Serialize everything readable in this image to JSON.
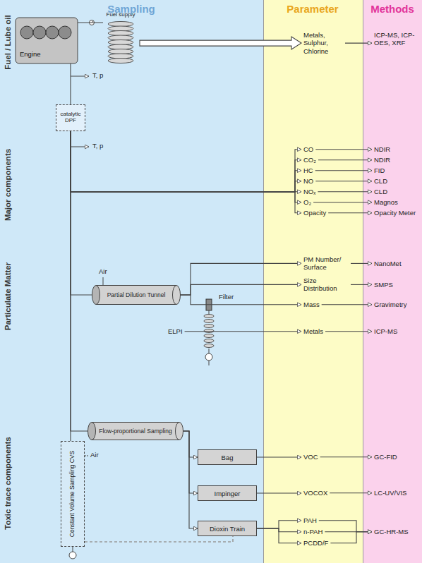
{
  "diagram": {
    "nodes": [
      {
        "text": [
          "Engine"
        ]
      },
      {
        "text": [
          "Fuel supply"
        ]
      },
      {
        "text": [
          "catalytic DPF"
        ]
      },
      {
        "text": [
          "Partial Dilution Tunnel"
        ]
      },
      {
        "text": [
          "ELPI"
        ]
      },
      {
        "text": [
          "Flow-proportional Sampling"
        ]
      },
      {
        "text": [
          "Constant Volume Sampling CVS"
        ]
      },
      {
        "text": [
          "Bag"
        ]
      },
      {
        "text": [
          "Impinger"
        ]
      },
      {
        "text": [
          "Dioxin Train"
        ]
      },
      {
        "text": [
          "Metals, Sulphur, Chlorine"
        ]
      },
      {
        "text": [
          "CO"
        ]
      },
      {
        "text": [
          "CO₂"
        ]
      },
      {
        "text": [
          "HC"
        ]
      },
      {
        "text": [
          "NO"
        ]
      },
      {
        "text": [
          "NOₓ"
        ]
      },
      {
        "text": [
          "O₂"
        ]
      },
      {
        "text": [
          "Opacity"
        ]
      },
      {
        "text": [
          "PM Number/ Surface"
        ]
      },
      {
        "text": [
          "Size Distribution"
        ]
      },
      {
        "text": [
          "Mass"
        ]
      },
      {
        "text": [
          "Metals"
        ]
      },
      {
        "text": [
          "VOC"
        ]
      },
      {
        "text": [
          "VOCOX"
        ]
      },
      {
        "text": [
          "PAH"
        ]
      },
      {
        "text": [
          "n-PAH"
        ]
      },
      {
        "text": [
          "PCDD/F"
        ]
      },
      {
        "text": [
          "ICP-MS, ICP-OES, XRF"
        ]
      },
      {
        "text": [
          "NDIR"
        ]
      },
      {
        "text": [
          "NDIR"
        ]
      },
      {
        "text": [
          "FID"
        ]
      },
      {
        "text": [
          "CLD"
        ]
      },
      {
        "text": [
          "CLD"
        ]
      },
      {
        "text": [
          "Magnos"
        ]
      },
      {
        "text": [
          "Opacity Meter"
        ]
      },
      {
        "text": [
          "NanoMet"
        ]
      },
      {
        "text": [
          "SMPS"
        ]
      },
      {
        "text": [
          "Gravimetry"
        ]
      },
      {
        "text": [
          "ICP-MS"
        ]
      },
      {
        "text": [
          "GC-FID"
        ]
      },
      {
        "text": [
          "LC-UV/VIS"
        ]
      },
      {
        "text": [
          "GC-HR-MS"
        ]
      }
    ],
    "edges": [
      {
        "from": 0,
        "to": 1,
        "arrow": "none"
      },
      {
        "from": 1,
        "to": 10,
        "arrow": "to"
      },
      {
        "from": 0,
        "to": 2,
        "arrow": "none"
      },
      {
        "from": 2,
        "to": 11,
        "arrow": "to"
      },
      {
        "from": 2,
        "to": 12,
        "arrow": "to"
      },
      {
        "from": 2,
        "to": 13,
        "arrow": "to"
      },
      {
        "from": 2,
        "to": 14,
        "arrow": "to"
      },
      {
        "from": 2,
        "to": 15,
        "arrow": "to"
      },
      {
        "from": 2,
        "to": 16,
        "arrow": "to"
      },
      {
        "from": 2,
        "to": 17,
        "arrow": "to"
      },
      {
        "from": 2,
        "to": 3,
        "arrow": "none"
      },
      {
        "from": 3,
        "to": 18,
        "arrow": "to"
      },
      {
        "from": 3,
        "to": 19,
        "arrow": "to"
      },
      {
        "from": 3,
        "to": 20,
        "arrow": "to"
      },
      {
        "from": 4,
        "to": 21,
        "arrow": "to"
      },
      {
        "from": 2,
        "to": 5,
        "arrow": "none"
      },
      {
        "from": 2,
        "to": 6,
        "arrow": "none"
      },
      {
        "from": 5,
        "to": 7,
        "arrow": "to"
      },
      {
        "from": 5,
        "to": 8,
        "arrow": "to"
      },
      {
        "from": 5,
        "to": 9,
        "arrow": "to"
      },
      {
        "from": 6,
        "to": 9,
        "arrow": "none"
      },
      {
        "from": 7,
        "to": 22,
        "arrow": "to"
      },
      {
        "from": 8,
        "to": 23,
        "arrow": "to"
      },
      {
        "from": 9,
        "to": 24,
        "arrow": "to"
      },
      {
        "from": 9,
        "to": 25,
        "arrow": "to"
      },
      {
        "from": 9,
        "to": 26,
        "arrow": "to"
      },
      {
        "from": 10,
        "to": 27,
        "arrow": "to"
      },
      {
        "from": 11,
        "to": 28,
        "arrow": "to"
      },
      {
        "from": 12,
        "to": 29,
        "arrow": "to"
      },
      {
        "from": 13,
        "to": 30,
        "arrow": "to"
      },
      {
        "from": 14,
        "to": 31,
        "arrow": "to"
      },
      {
        "from": 15,
        "to": 32,
        "arrow": "to"
      },
      {
        "from": 16,
        "to": 33,
        "arrow": "to"
      },
      {
        "from": 17,
        "to": 34,
        "arrow": "to"
      },
      {
        "from": 18,
        "to": 35,
        "arrow": "to"
      },
      {
        "from": 19,
        "to": 36,
        "arrow": "to"
      },
      {
        "from": 20,
        "to": 37,
        "arrow": "to"
      },
      {
        "from": 21,
        "to": 38,
        "arrow": "to"
      },
      {
        "from": 22,
        "to": 39,
        "arrow": "to"
      },
      {
        "from": 23,
        "to": 40,
        "arrow": "to"
      },
      {
        "from": 24,
        "to": 41,
        "arrow": "to"
      },
      {
        "from": 25,
        "to": 41,
        "arrow": "to"
      },
      {
        "from": 26,
        "to": 41,
        "arrow": "to"
      }
    ],
    "labels": [
      "Sampling",
      "Parameter",
      "Methods",
      "Fuel / Lube oil",
      "Major components",
      "Particulate Matter",
      "Toxic trace components",
      "T, p",
      "T, p",
      "Air",
      "Filter",
      "Air"
    ]
  }
}
